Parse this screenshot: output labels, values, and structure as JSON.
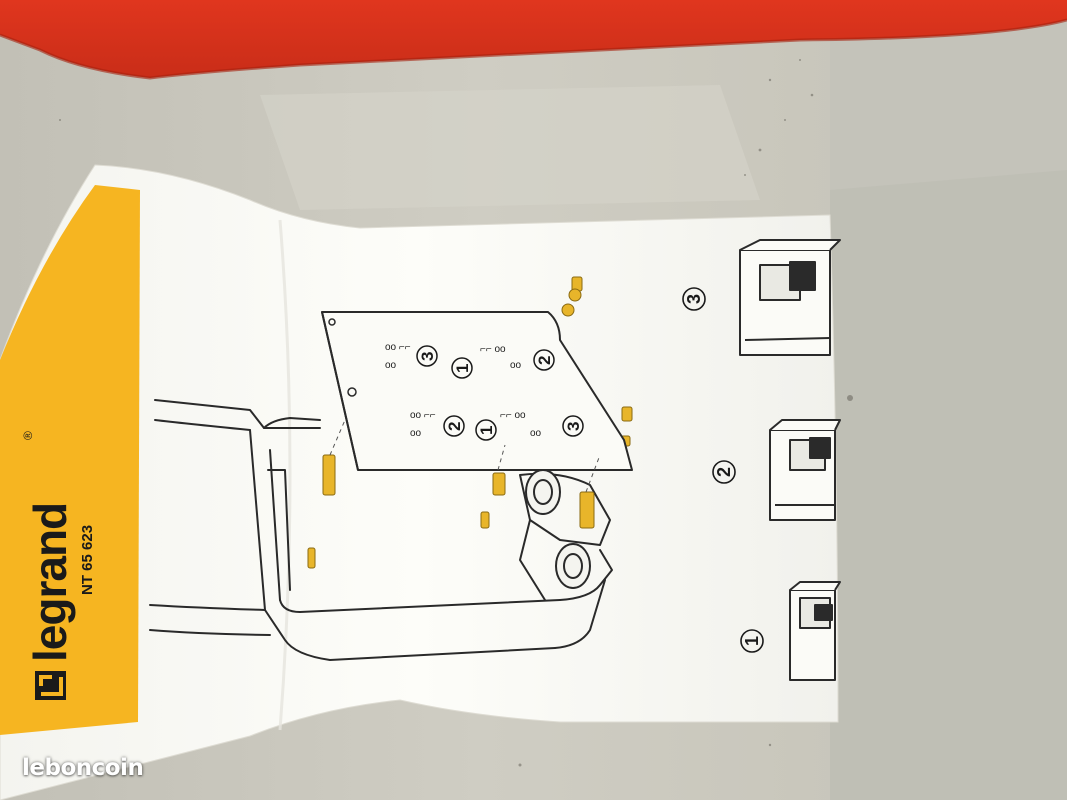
{
  "photo": {
    "subject": "legrand instruction leaflet NT 65 623",
    "brand": "legrand",
    "registered_mark": "®",
    "doc_ref": "NT 65 623",
    "watermark": "leboncoin",
    "panel_labels": {
      "upper_row": [
        "3",
        "1",
        "2"
      ],
      "lower_row": [
        "2",
        "1",
        "3"
      ]
    },
    "step_numbers": [
      "1",
      "2",
      "3"
    ],
    "colors": {
      "brand_band": "#f6b521",
      "paper": "#fbfbf7",
      "red_case": "#e13a22",
      "concrete": "#c9c7bd",
      "brass": "#e8b52a",
      "line": "#2a2a2a"
    }
  }
}
